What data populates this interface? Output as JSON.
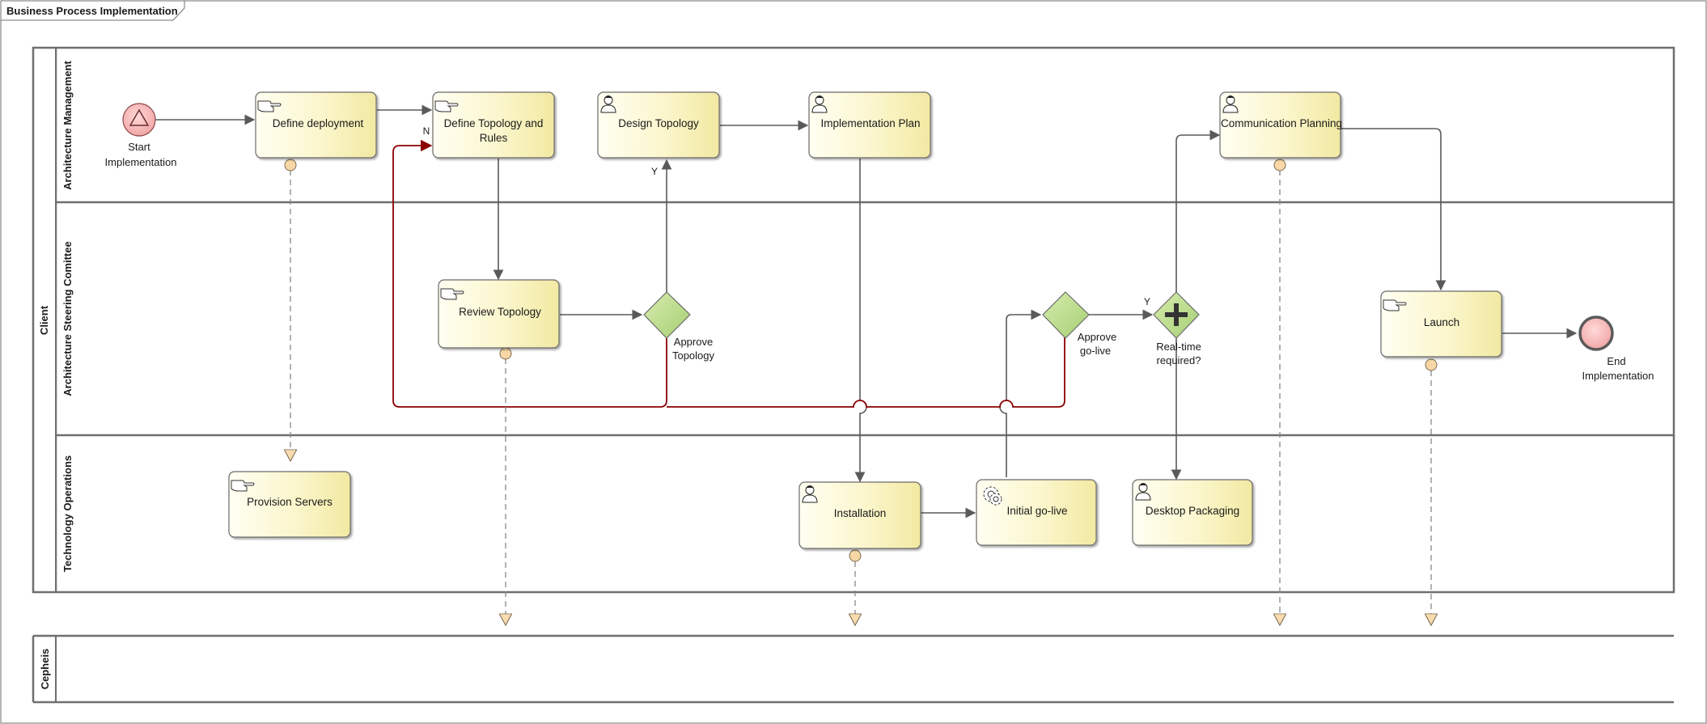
{
  "diagram": {
    "title": "Business Process Implementation",
    "pool_client": "Client",
    "pool_cepheis": "Cepheis",
    "lanes": {
      "architecture_management": "Architecture Management",
      "steering": "Architecture Steering Comittee",
      "technology": "Technology Operations"
    },
    "events": {
      "start_line1": "Start",
      "start_line2": "Implementation",
      "end_line1": "End",
      "end_line2": "Implementation"
    },
    "tasks": {
      "define_deployment": "Define deployment",
      "define_topology_line1": "Define Topology and",
      "define_topology_line2": "Rules",
      "design_topology": "Design Topology",
      "implementation_plan": "Implementation Plan",
      "communication_planning": "Communication Planning",
      "review_topology": "Review Topology",
      "launch": "Launch",
      "provision_servers": "Provision Servers",
      "installation": "Installation",
      "initial_go_live": "Initial go-live",
      "desktop_packaging": "Desktop Packaging"
    },
    "gateways": {
      "approve_topology_line1": "Approve",
      "approve_topology_line2": "Topology",
      "approve_golive_line1": "Approve",
      "approve_golive_line2": "go-live",
      "realtime_line1": "Real-time",
      "realtime_line2": "required?"
    },
    "flow_labels": {
      "no": "N",
      "yes_topology": "Y",
      "yes_realtime": "Y"
    }
  }
}
